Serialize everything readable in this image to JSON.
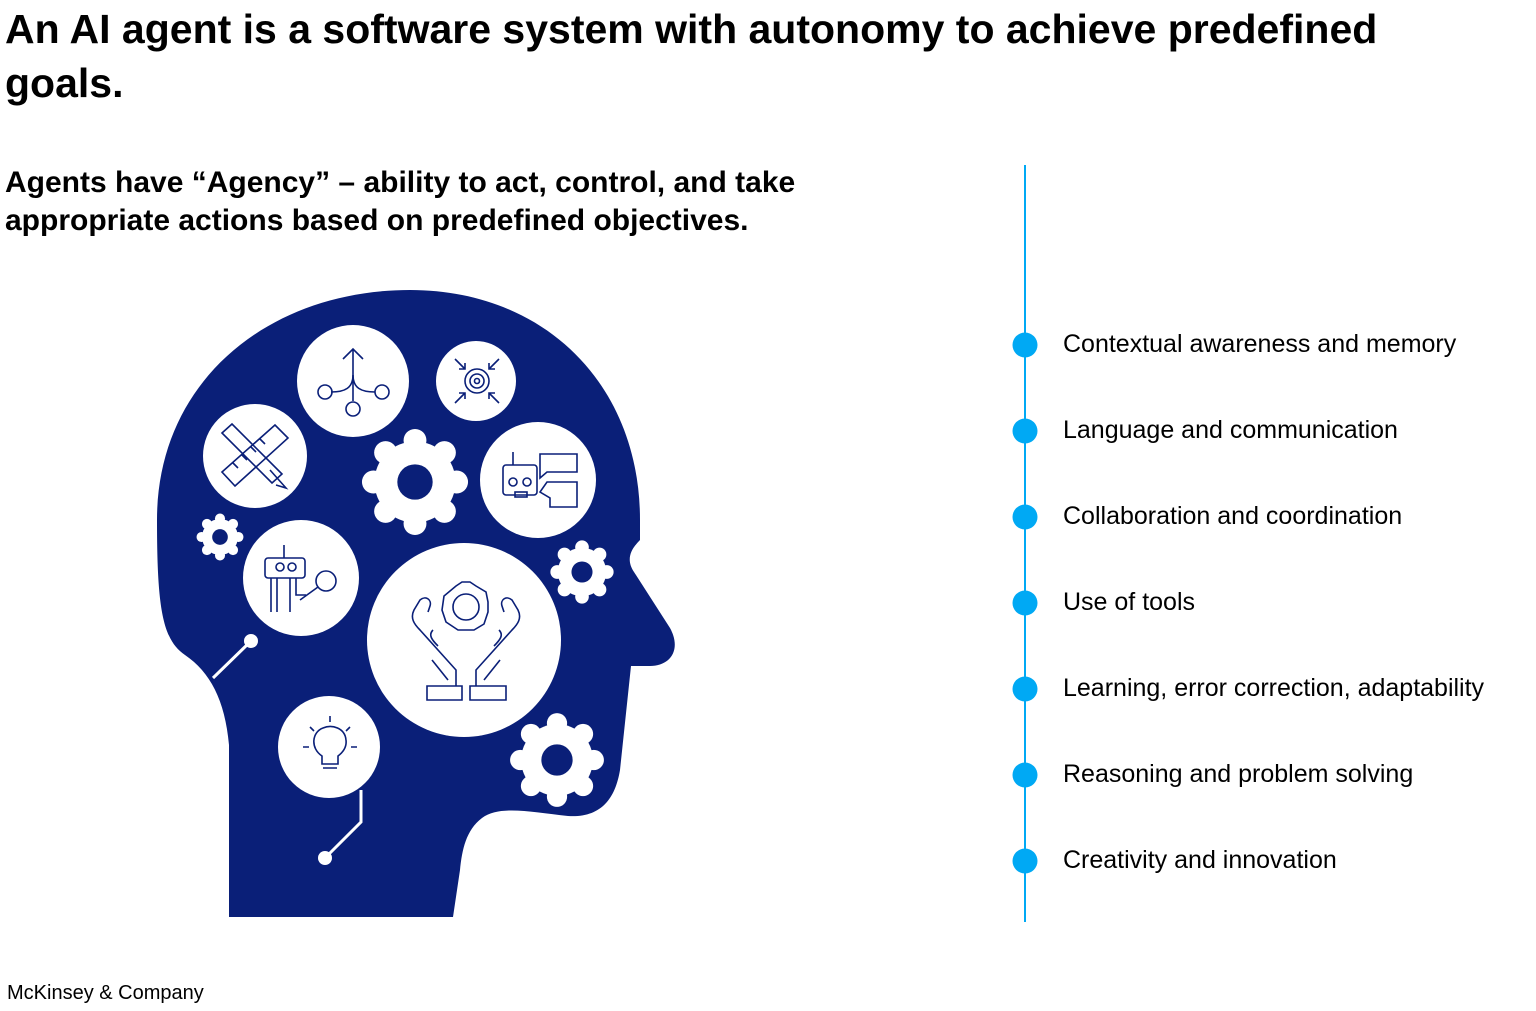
{
  "title": "An AI agent is a software system with autonomy to achieve predefined goals.",
  "subtitle": "Agents have “Agency” –  ability to act, control, and take appropriate actions based on predefined objectives.",
  "capabilities": [
    "Contextual awareness and memory",
    "Language and communication",
    "Collaboration and coordination",
    "Use of tools",
    "Learning, error correction, adaptability",
    "Reasoning and problem solving",
    "Creativity and innovation"
  ],
  "footer": "McKinsey & Company",
  "colors": {
    "head": "#0a1f78",
    "accent": "#00a9f4",
    "white": "#ffffff"
  }
}
